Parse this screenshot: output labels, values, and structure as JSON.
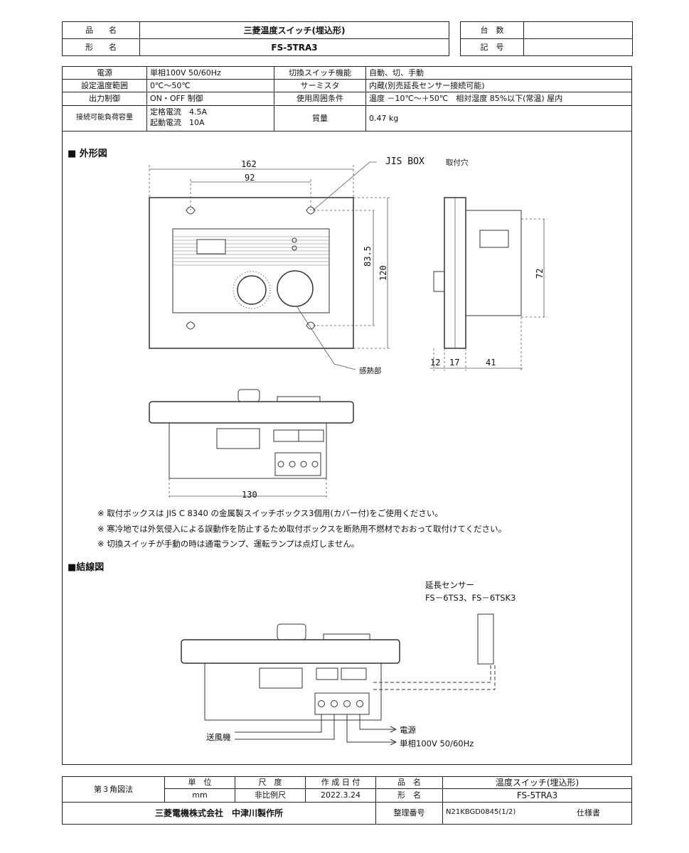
{
  "header": {
    "product_name_label": "品　　名",
    "product_name_value": "三菱温度スイッチ(埋込形)",
    "model_label": "形　　名",
    "model_value": "FS-5TRA3",
    "qty_label": "台　数",
    "mark_label": "記　号"
  },
  "specs": {
    "r1": {
      "l1": "電源",
      "v1": "単相100V 50/60Hz",
      "l2": "切換スイッチ機能",
      "v2": "自動、切、手動"
    },
    "r2": {
      "l1": "設定温度範囲",
      "v1": "0℃～50℃",
      "l2": "サーミスタ",
      "v2": "内蔵(別売延長センサー接続可能)"
    },
    "r3": {
      "l1": "出力制御",
      "v1": "ON・OFF 制御",
      "l2": "使用周囲条件",
      "v2": "温度 －10℃～＋50℃　相対湿度 85%以下(常温) 屋内"
    },
    "r4": {
      "l1": "接続可能負荷容量",
      "v1a": "定格電流　4.5A",
      "v1b": "起動電流　10A",
      "l2": "質量",
      "v2": "0.47 kg"
    }
  },
  "drawing": {
    "title": "■ 外形図",
    "dims": {
      "d162": "162",
      "d92": "92",
      "d83_5": "83.5",
      "d120": "120",
      "d72": "72",
      "d12": "12",
      "d17": "17",
      "d41": "41",
      "d130": "130"
    },
    "jisbox": "JIS BOX",
    "jisbox_sub": "取付穴",
    "sensor_label": "感熱部"
  },
  "notes": [
    "※ 取付ボックスは JIS C 8340 の金属製スイッチボックス3個用(カバー付)をご使用ください。",
    "※ 寒冷地では外気侵入による誤動作を防止するため取付ボックスを断熱用不燃材でおおって取付けてください。",
    "※ 切換スイッチが手動の時は通電ランプ、運転ランプは点灯しません。"
  ],
  "wiring": {
    "title": "■結線図",
    "sensor_title": "延長センサー",
    "sensor_models": "FS－6TS3、FS－6TSK3",
    "fan_label": "送風機",
    "power_label": "電源",
    "power_spec": "単相100V 50/60Hz"
  },
  "footer": {
    "projection": "第３角図法",
    "unit_label": "単　位",
    "unit_value": "mm",
    "scale_label": "尺　度",
    "scale_value": "非比例尺",
    "date_label": "作 成 日 付",
    "date_value": "2022.3.24",
    "name_label": "品　名",
    "name_value": "温度スイッチ(埋込形)",
    "model_label": "形　名",
    "model_value": "FS-5TRA3",
    "company": "三菱電機株式会社　中津川製作所",
    "doc_label": "整理番号",
    "doc_value": "N21KBGD0845(1/2)",
    "doc_type": "仕様書"
  }
}
